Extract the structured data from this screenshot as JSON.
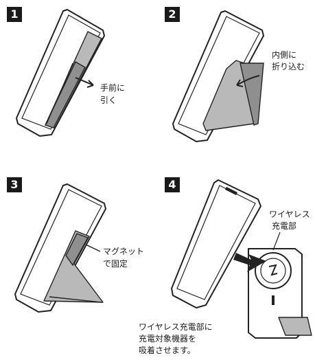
{
  "steps": [
    {
      "number": "1",
      "label": [
        "手前に",
        "引く"
      ]
    },
    {
      "number": "2",
      "label": [
        "内側に",
        "折り込む"
      ]
    },
    {
      "number": "3",
      "label": [
        "マグネット",
        "で固定"
      ]
    },
    {
      "number": "4",
      "label_top": [
        "ワイヤレス",
        "充電部"
      ],
      "label_bottom": [
        "ワイヤレス充電部に",
        "充電対象機器を",
        "吸着させます。"
      ]
    }
  ],
  "colors": {
    "badge": "#1a1a1a",
    "stand": "#b9b9b9",
    "outline": "#222222"
  }
}
